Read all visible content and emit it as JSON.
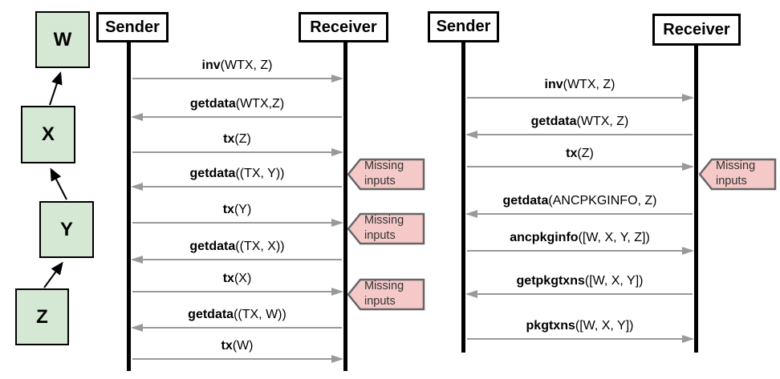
{
  "colors": {
    "node_fill": "#d5e8d4",
    "node_border": "#000000",
    "callout_fill": "#f6c9c9",
    "callout_border": "#666666",
    "arrow_gray": "#999999"
  },
  "chain": {
    "nodes": [
      "W",
      "X",
      "Y",
      "Z"
    ]
  },
  "callout_text": "Missing inputs",
  "diagrams": [
    {
      "sender": "Sender",
      "receiver": "Receiver",
      "messages": [
        {
          "name": "inv",
          "args": "(WTX, Z)",
          "dir": "right",
          "missing": false
        },
        {
          "name": "getdata",
          "args": "(WTX,Z)",
          "dir": "left",
          "missing": false
        },
        {
          "name": "tx",
          "args": "(Z)",
          "dir": "right",
          "missing": true
        },
        {
          "name": "getdata",
          "args": "((TX, Y))",
          "dir": "left",
          "missing": false
        },
        {
          "name": "tx",
          "args": "(Y)",
          "dir": "right",
          "missing": true
        },
        {
          "name": "getdata",
          "args": "((TX, X))",
          "dir": "left",
          "missing": false
        },
        {
          "name": "tx",
          "args": "(X)",
          "dir": "right",
          "missing": true
        },
        {
          "name": "getdata",
          "args": "((TX, W))",
          "dir": "left",
          "missing": false
        },
        {
          "name": "tx",
          "args": "(W)",
          "dir": "right",
          "missing": false
        }
      ]
    },
    {
      "sender": "Sender",
      "receiver": "Receiver",
      "messages": [
        {
          "name": "inv",
          "args": "(WTX, Z)",
          "dir": "right",
          "missing": false
        },
        {
          "name": "getdata",
          "args": "(WTX, Z)",
          "dir": "left",
          "missing": false
        },
        {
          "name": "tx",
          "args": "(Z)",
          "dir": "right",
          "missing": true
        },
        {
          "name": "getdata",
          "args": "(ANCPKGINFO, Z)",
          "dir": "left",
          "missing": false
        },
        {
          "name": "ancpkginfo",
          "args": "([W, X, Y, Z])",
          "dir": "right",
          "missing": false
        },
        {
          "name": "getpkgtxns",
          "args": "([W, X, Y])",
          "dir": "left",
          "missing": false
        },
        {
          "name": "pkgtxns",
          "args": "([W, X, Y])",
          "dir": "right",
          "missing": false
        }
      ]
    }
  ]
}
